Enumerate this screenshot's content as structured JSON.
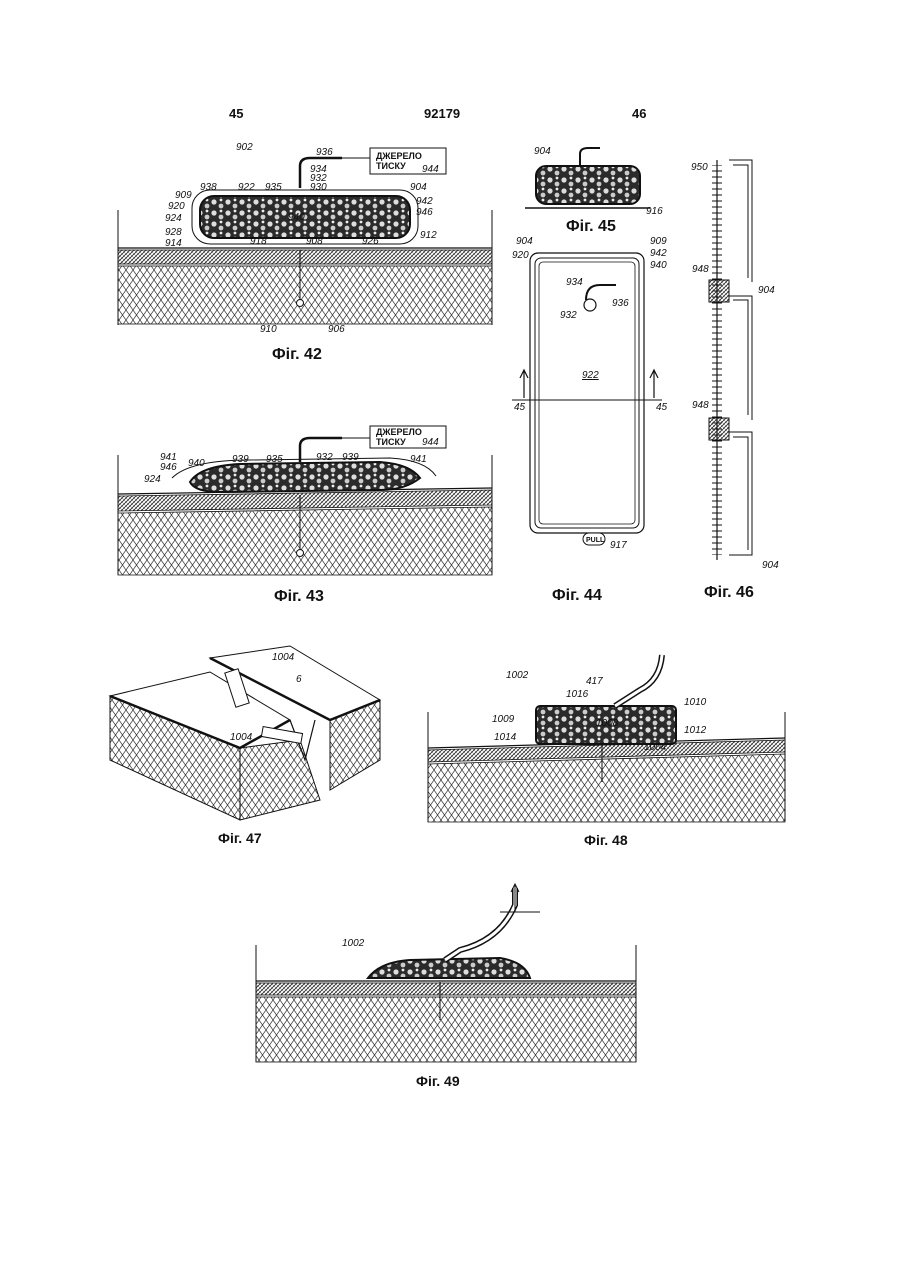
{
  "header": {
    "left_page": "45",
    "patent_number": "92179",
    "right_page": "46"
  },
  "pressure_source_label": [
    "ДЖЕРЕЛО",
    "ТИСКУ"
  ],
  "figures": {
    "fig42": {
      "caption": "Фіг. 42",
      "refs": [
        "902",
        "936",
        "934",
        "932",
        "930",
        "938",
        "922",
        "935",
        "904",
        "942",
        "946",
        "909",
        "920",
        "924",
        "940",
        "928",
        "914",
        "918",
        "908",
        "926",
        "912",
        "944",
        "910",
        "906"
      ]
    },
    "fig43": {
      "caption": "Фіг. 43",
      "refs": [
        "941",
        "940",
        "939",
        "935",
        "932",
        "939",
        "941",
        "946",
        "924",
        "944"
      ]
    },
    "fig44": {
      "caption": "Фіг. 44",
      "refs": [
        "904",
        "909",
        "942",
        "940",
        "920",
        "934",
        "936",
        "932",
        "922",
        "45",
        "45",
        "917"
      ],
      "pull_tab": "PULL"
    },
    "fig45": {
      "caption": "Фіг. 45",
      "refs": [
        "904",
        "916"
      ]
    },
    "fig46": {
      "caption": "Фіг. 46",
      "refs": [
        "950",
        "948",
        "904",
        "948",
        "904"
      ]
    },
    "fig47": {
      "caption": "Фіг. 47",
      "refs": [
        "1004",
        "6",
        "1004"
      ]
    },
    "fig48": {
      "caption": "Фіг. 48",
      "refs": [
        "1002",
        "417",
        "1016",
        "1010",
        "1009",
        "1014",
        "1008",
        "1012",
        "1004"
      ]
    },
    "fig49": {
      "caption": "Фіг. 49",
      "refs": [
        "1002"
      ]
    }
  }
}
